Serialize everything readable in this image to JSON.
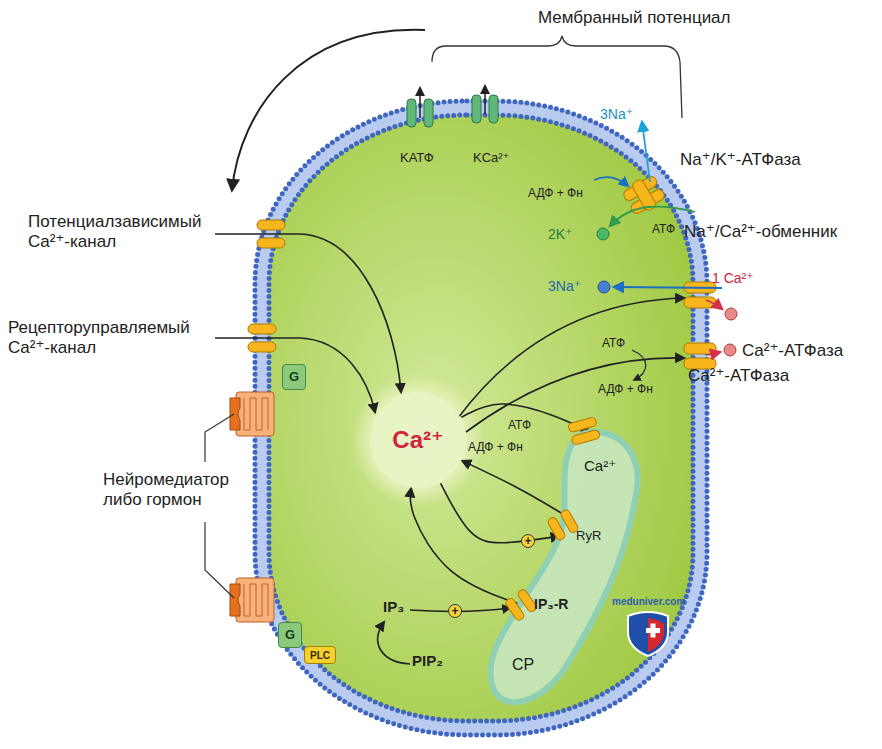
{
  "diagram": {
    "nodes": [
      {
        "text": [
          "Ca²⁺"
        ]
      },
      {
        "text": [
          "Ca²⁺",
          "СР"
        ]
      },
      {
        "text": [
          "G"
        ]
      },
      {
        "text": [
          "G"
        ]
      },
      {
        "text": [
          "PLC"
        ]
      }
    ],
    "edges": [
      {
        "from": 0,
        "to": 1,
        "arrow": "to"
      },
      {
        "from": 1,
        "to": 0,
        "arrow": "to"
      },
      {
        "from": 0,
        "to": 1,
        "arrow": "to"
      },
      {
        "from": 1,
        "to": 0,
        "arrow": "to"
      }
    ],
    "labels": [
      "Мембранный потенциал",
      "KАТФ",
      "KCa²⁺",
      "3Na⁺",
      "Na⁺/K⁺-АТФаза",
      "АДФ + Фн",
      "АТФ",
      "2K⁺",
      "3Na⁺",
      "Na⁺/Ca²⁺-обменник",
      "1 Ca²⁺",
      "АТФ",
      "АДФ + Фн",
      "Ca²⁺-АТФаза",
      "Ca²⁺-АТФаза",
      "АТФ",
      "АДФ + Фн",
      "RyR",
      "IP₃-R",
      "IP₃",
      "PIP₂",
      "+",
      "+",
      "Потенциалзависимый Ca²⁺-канал",
      "Рецепторуправляемый Ca²⁺-канал",
      "Нейромедиатор либо гормон",
      "meduniver.com"
    ]
  }
}
